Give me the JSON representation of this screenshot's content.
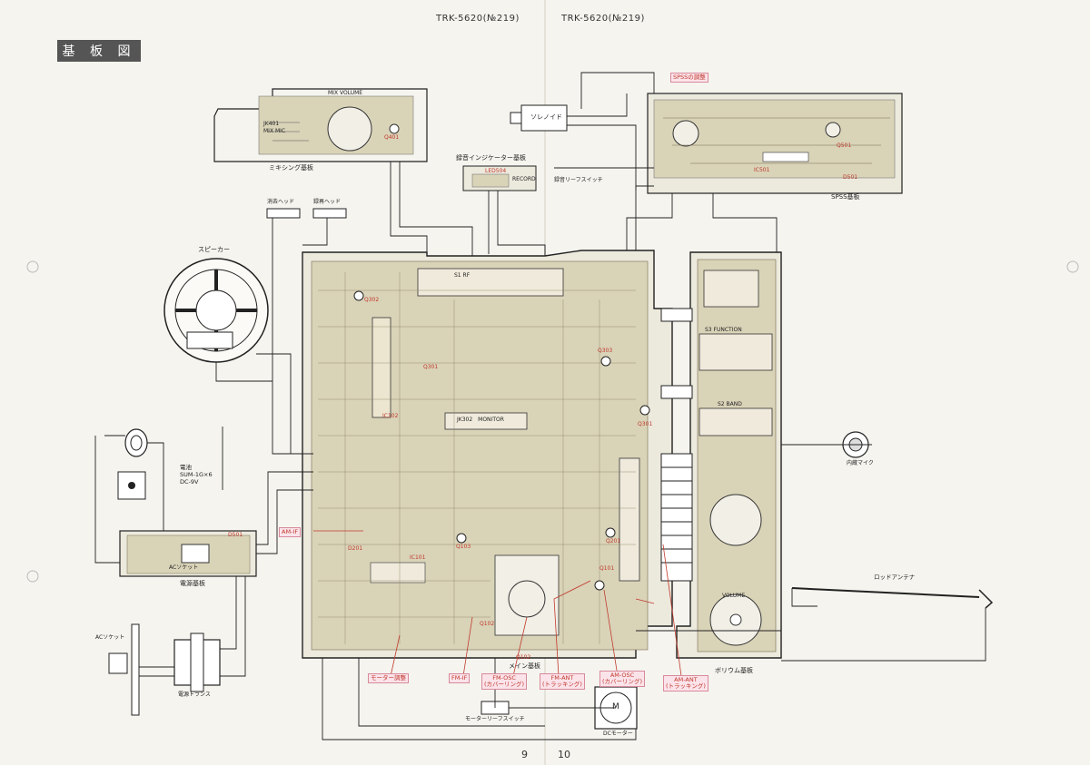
{
  "header": {
    "left_model": "TRK-5620(№219)",
    "right_model": "TRK-5620(№219)"
  },
  "section_title": "基 板 図",
  "boards": {
    "mixing": "ミキシング基板",
    "mixing_volume": "MIX VOLUME",
    "mixing_jack": "JK401",
    "mixing_mic": "MIX MIC",
    "mixing_q": "Q401",
    "record_indicator": "録音インジケーター基板",
    "led": "LED504",
    "record": "RECORD",
    "solenoid": "ソレノイド",
    "record_leaf_switch": "録音リーフスイッチ",
    "spss_adjust": "SPSSの調整",
    "spss": "SPSS基板",
    "spss_ic": "IC501",
    "spss_q": "Q501",
    "spss_d": "D501",
    "erase_head": "消去ヘッド",
    "rec_head": "録再ヘッド",
    "speaker": "スピーカー",
    "power_board": "電源基板",
    "ac_socket": "ACソケット",
    "ac_outlet": "ACソケット",
    "power_transformer": "電源トランス",
    "power_d": "D501",
    "battery_spec": "電池\nSUM-1G×6\nDC-9V",
    "main": "メイン基板",
    "volume_board": "ボリウム基板",
    "built_in_mic": "内蔵マイク",
    "rod_antenna": "ロッドアンテナ",
    "motor_leaf_switch": "モーターリーフスイッチ",
    "dc_motor": "DCモーター",
    "motor_m": "M",
    "jk302": "JK302　MONITOR",
    "ic102": "IC102",
    "ic101": "IC101",
    "s1": "S1 RF",
    "s3": "S3 FUNCTION",
    "s2": "S2 BAND",
    "volume": "VOLUME",
    "q301": "Q301",
    "q302": "Q302",
    "q303": "Q303",
    "q304": "Q301",
    "q201": "Q201",
    "q101": "Q101",
    "q102": "Q102",
    "q103": "Q103",
    "q104": "Q102",
    "d201": "D201"
  },
  "callouts": {
    "am_if": "AM-IF",
    "motor_adj": "モーター調整",
    "fm_if": "FM-IF",
    "fm_osc": "FM-OSC\n(カバーリング)",
    "fm_ant": "FM-ANT\n(トラッキング)",
    "am_osc": "AM-OSC\n(カバーリング)",
    "am_ant": "AM-ANT\n(トラッキング)"
  },
  "page_numbers": {
    "left": "9",
    "right": "10"
  }
}
